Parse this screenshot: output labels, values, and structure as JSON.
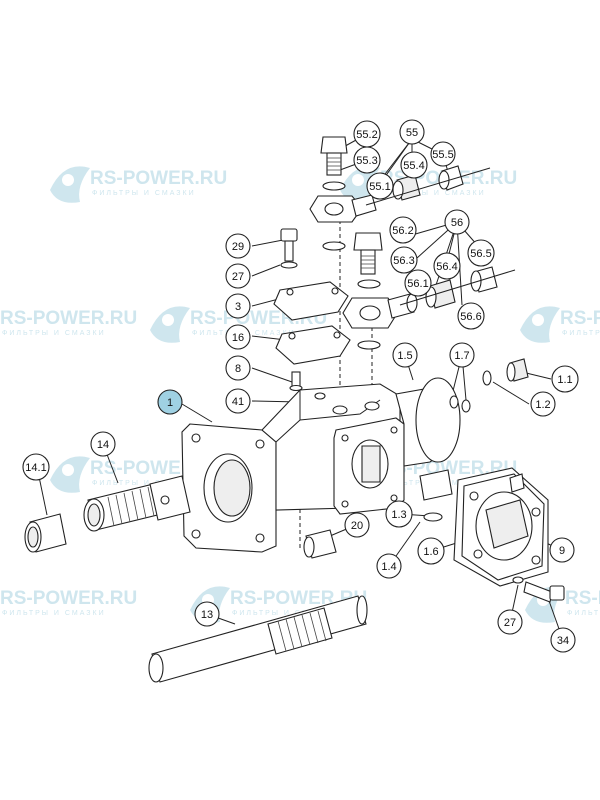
{
  "watermark": {
    "brand": "RS-POWER.RU",
    "tagline": "ФИЛЬТРЫ И СМАЗКИ",
    "brand_color": "#cfe6ee"
  },
  "callouts": [
    {
      "id": "55.2",
      "highlight": false
    },
    {
      "id": "55",
      "highlight": false
    },
    {
      "id": "55.3",
      "highlight": false
    },
    {
      "id": "55.4",
      "highlight": false
    },
    {
      "id": "55.5",
      "highlight": false
    },
    {
      "id": "55.1",
      "highlight": false
    },
    {
      "id": "56",
      "highlight": false
    },
    {
      "id": "56.2",
      "highlight": false
    },
    {
      "id": "56.3",
      "highlight": false
    },
    {
      "id": "56.4",
      "highlight": false
    },
    {
      "id": "56.5",
      "highlight": false
    },
    {
      "id": "56.1",
      "highlight": false
    },
    {
      "id": "56.6",
      "highlight": false
    },
    {
      "id": "29",
      "highlight": false
    },
    {
      "id": "27",
      "highlight": false
    },
    {
      "id": "3",
      "highlight": false
    },
    {
      "id": "16",
      "highlight": false
    },
    {
      "id": "8",
      "highlight": false
    },
    {
      "id": "41",
      "highlight": false
    },
    {
      "id": "1",
      "highlight": true
    },
    {
      "id": "1.5",
      "highlight": false
    },
    {
      "id": "1.7",
      "highlight": false
    },
    {
      "id": "1.1",
      "highlight": false
    },
    {
      "id": "1.2",
      "highlight": false
    },
    {
      "id": "14",
      "highlight": false
    },
    {
      "id": "14.1",
      "highlight": false
    },
    {
      "id": "1.3",
      "highlight": false
    },
    {
      "id": "20",
      "highlight": false
    },
    {
      "id": "1.4",
      "highlight": false
    },
    {
      "id": "1.6",
      "highlight": false
    },
    {
      "id": "9",
      "highlight": false
    },
    {
      "id": "13",
      "highlight": false
    },
    {
      "id": "27",
      "highlight": false
    },
    {
      "id": "34",
      "highlight": false
    }
  ],
  "colors": {
    "highlight_fill": "#9fd1e3",
    "outline": "#222222"
  }
}
